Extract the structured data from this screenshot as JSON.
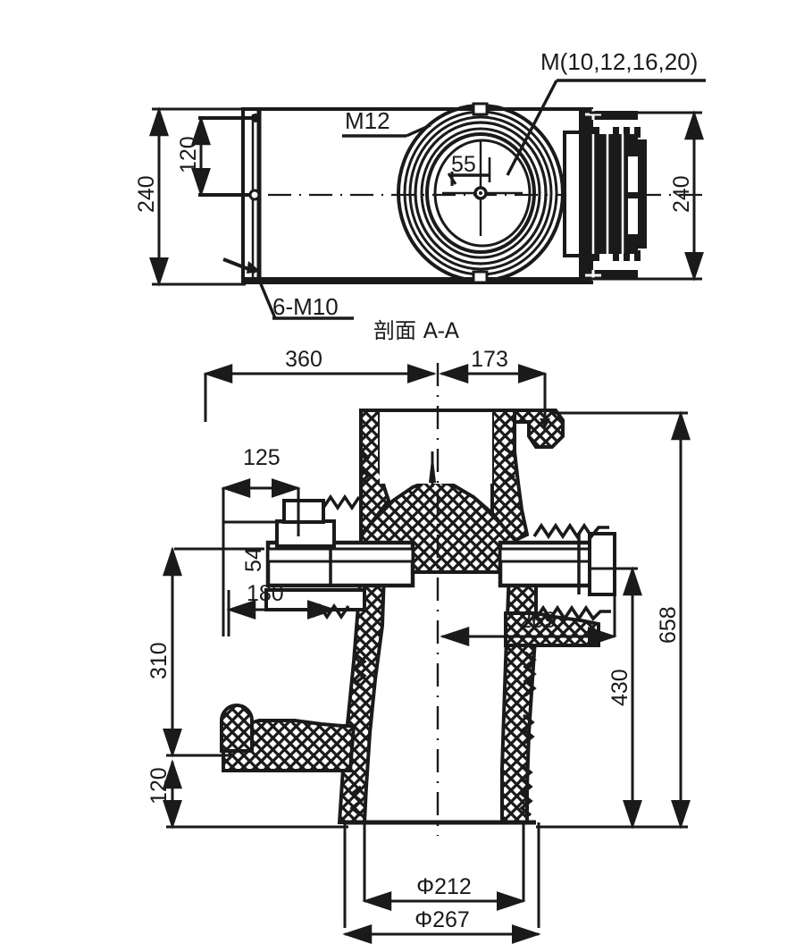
{
  "drawing": {
    "background_color": "#ffffff",
    "line_color": "#1a1a1a",
    "section_title": "剖面 A-A",
    "top_view": {
      "callouts": {
        "thread_top": "M(10,12,16,20)",
        "thread_center": "M12",
        "bolt_pattern": "6-M10",
        "bore": "55"
      },
      "dimensions": {
        "overall_height_left": "240",
        "bolt_spacing": "120",
        "overall_height_right": "240"
      }
    },
    "section_view": {
      "dimensions": {
        "width_left": "360",
        "width_right": "173",
        "flange_left": "125",
        "bore_height": "54",
        "flange_width": "180",
        "height_upper_left": "310",
        "height_lower_left": "120",
        "offset_right": "269",
        "height_right_inner": "430",
        "height_right_total": "658",
        "dia_inner": "Φ212",
        "dia_outer": "Φ267"
      }
    }
  }
}
